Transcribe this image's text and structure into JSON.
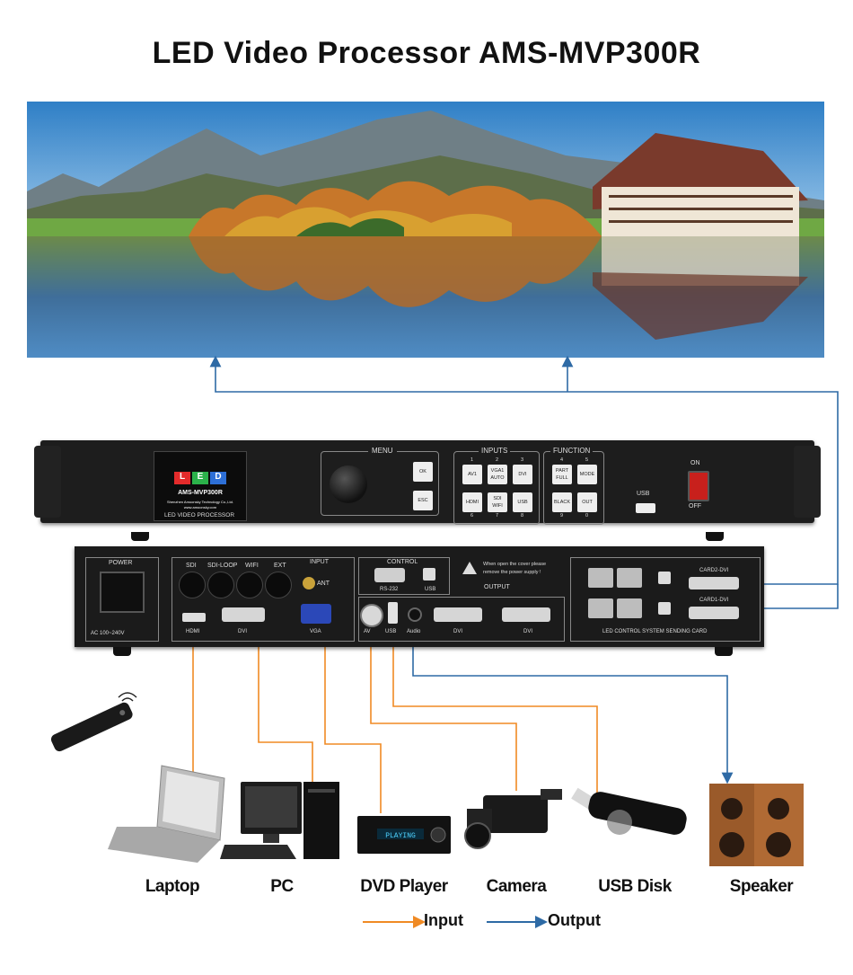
{
  "title": "LED Video Processor AMS-MVP300R",
  "front_panel": {
    "logo_text": "LED",
    "model": "AMS-MVP300R",
    "company": "Shenzhen Amoonsky Technology Co.,Ltd.",
    "website": "www.amoonsky.com",
    "caption": "LED VIDEO PROCESSOR",
    "menu_label": "MENU",
    "inputs_label": "INPUTS",
    "function_label": "FUNCTION",
    "ok": "OK",
    "esc": "ESC",
    "input_buttons": [
      "AV1",
      "VGA1 AUTO",
      "DVI",
      "HDMI",
      "SDI WIFI",
      "USB"
    ],
    "input_numbers": [
      "1",
      "2",
      "3",
      "6",
      "7",
      "8"
    ],
    "function_buttons": [
      "PART FULL",
      "MODE",
      "BLACK",
      "OUT"
    ],
    "function_numbers": [
      "4",
      "5",
      "9",
      "0"
    ],
    "usb_label": "USB",
    "on": "ON",
    "off": "OFF"
  },
  "rear_panel": {
    "power_label": "POWER",
    "power_rating": "AC 100~240V",
    "input_label": "INPUT",
    "sdi": "SDI",
    "sdi_loop": "SDI-LOOP",
    "wifi": "WIFI",
    "ext": "EXT",
    "ant": "ANT",
    "hdmi": "HDMI",
    "dvi_in": "DVI",
    "vga": "VGA",
    "control_label": "CONTROL",
    "rs232": "RS-232",
    "usb_ctrl": "USB",
    "warning": "When open the cover please remove the power supply !",
    "output_label": "OUTPUT",
    "av": "AV",
    "usb": "USB",
    "audio": "Audio",
    "dvi_out1": "DVI",
    "dvi_out2": "DVI",
    "card2": "CARD2-DVI",
    "card1": "CARD1-DVI",
    "sending_card": "LED CONTROL SYSTEM SENDING CARD"
  },
  "devices": {
    "laptop": "Laptop",
    "pc": "PC",
    "dvd": "DVD Player",
    "camera": "Camera",
    "usb_disk": "USB Disk",
    "speaker": "Speaker"
  },
  "dvd_display": "PLAYING",
  "legend": {
    "input": "Input",
    "output": "Output"
  },
  "colors": {
    "input_line": "#f08a24",
    "output_line": "#2e6aa5",
    "panel": "#1d1d1d"
  }
}
